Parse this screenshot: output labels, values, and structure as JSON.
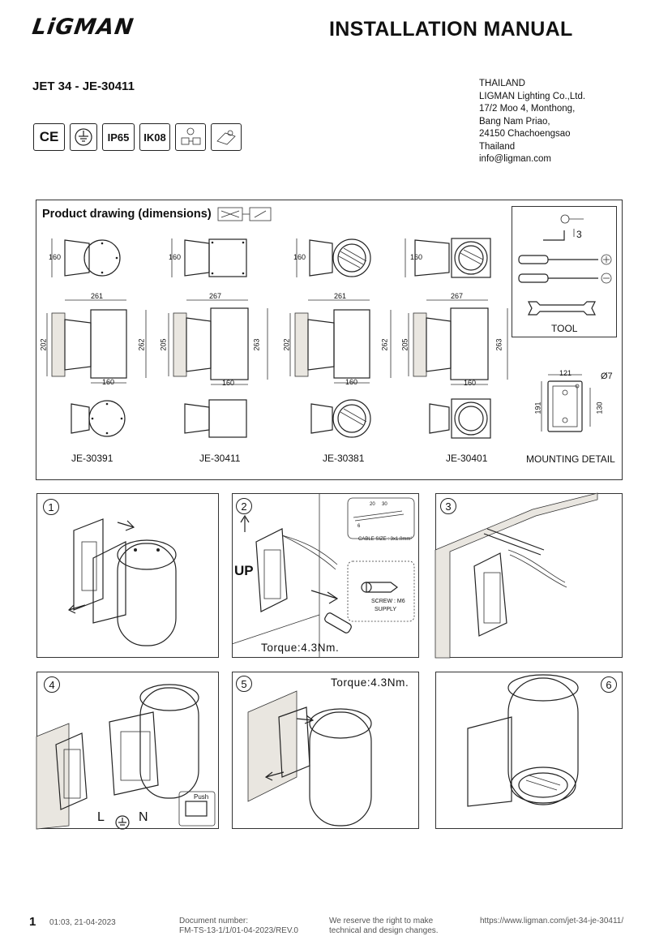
{
  "header": {
    "brand": "LiGMAN",
    "title": "INSTALLATION MANUAL",
    "product": "JET 34 - JE-30411"
  },
  "address": [
    "THAILAND",
    "LIGMAN Lighting Co.,Ltd.",
    "17/2 Moo 4, Monthong,",
    "Bang Nam Priao,",
    "24150 Chachoengsao",
    "Thailand",
    "info@ligman.com"
  ],
  "certifications": {
    "ce": "CE",
    "ip": "IP65",
    "ik": "IK08"
  },
  "product_drawing": {
    "title": "Product drawing (dimensions)",
    "models": [
      "JE-30391",
      "JE-30411",
      "JE-30381",
      "JE-30401"
    ],
    "depth": [
      "160",
      "160",
      "160",
      "160"
    ],
    "top_widths": [
      "261",
      "267",
      "261",
      "267"
    ],
    "bottom_widths": [
      "160",
      "160",
      "160",
      "160"
    ],
    "heights_left": [
      "202",
      "205",
      "202",
      "205"
    ],
    "heights_right": [
      "262",
      "263",
      "262",
      "263"
    ],
    "tool_label": "TOOL",
    "tool_number": "3",
    "mounting_label": "MOUNTING DETAIL",
    "mounting_width": "121",
    "mounting_hole": "Ø7",
    "mounting_h1": "191",
    "mounting_h2": "130"
  },
  "steps": {
    "n1": "1",
    "n2": "2",
    "n3": "3",
    "n4": "4",
    "n5": "5",
    "n6": "6",
    "up": "UP",
    "torque": "Torque:4.3Nm.",
    "cable_size": "CABLE SIZE : 3x1.0mm²",
    "cable_dims": [
      "20",
      "30",
      "6"
    ],
    "screw": "SCREW : M6",
    "supply": "SUPPLY",
    "terminal_l": "L",
    "terminal_n": "N",
    "push": "Push"
  },
  "footer": {
    "page": "1",
    "time": "01:03, 21-04-2023",
    "docnum_label": "Document number:",
    "docnum": "FM-TS-13-1/1/01-04-2023/REV.0",
    "notice1": "We reserve the right to make",
    "notice2": "technical and design changes.",
    "url": "https://www.ligman.com/jet-34-je-30411/"
  },
  "colors": {
    "ink": "#111111",
    "wall": "#e9e6e0"
  }
}
